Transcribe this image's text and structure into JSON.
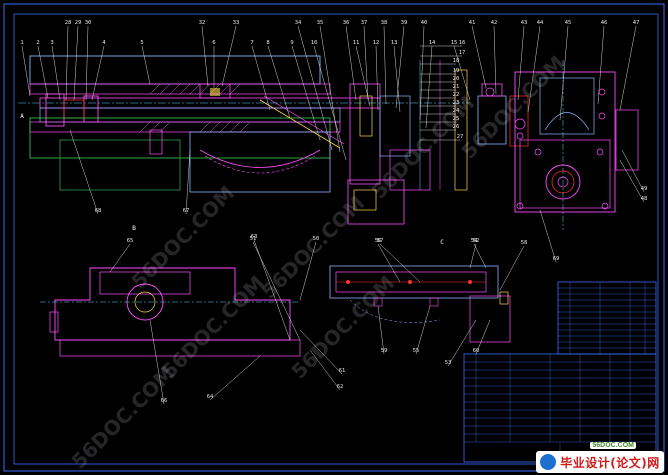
{
  "drawing": {
    "colors": {
      "background": "#000000",
      "outline": "#8ab4ff",
      "part": "#ff4dff",
      "axis": "#5ad0ff",
      "green": "#39d35a",
      "yellow": "#ffd84a",
      "red": "#ff3030",
      "leader": "#e8e8e8",
      "hatch": "#ff4dff",
      "table": "#3a6cff"
    },
    "top_labels": [
      "1",
      "2",
      "3",
      "28",
      "29",
      "30",
      "4",
      "5",
      "32",
      "6",
      "33",
      "7",
      "8",
      "9",
      "34",
      "35",
      "10",
      "36",
      "37",
      "11",
      "12",
      "38",
      "39",
      "13",
      "40",
      "14",
      "15",
      "41",
      "42",
      "43",
      "44",
      "45",
      "46",
      "47"
    ],
    "right_labels": [
      "16",
      "17",
      "18",
      "19",
      "20",
      "21",
      "22",
      "23",
      "24",
      "25",
      "26",
      "27"
    ],
    "other_labels": [
      "48",
      "49",
      "50",
      "51",
      "52",
      "53",
      "54",
      "55",
      "56",
      "57",
      "58",
      "59",
      "60",
      "61",
      "62",
      "63",
      "64",
      "65",
      "66",
      "67",
      "68",
      "69"
    ],
    "section_labels": [
      "A",
      "B",
      "C"
    ]
  },
  "watermark": {
    "text": "56DOC.COM"
  },
  "brand": {
    "domain": "56DOC.COM",
    "text": "毕业设计(论文)网"
  }
}
